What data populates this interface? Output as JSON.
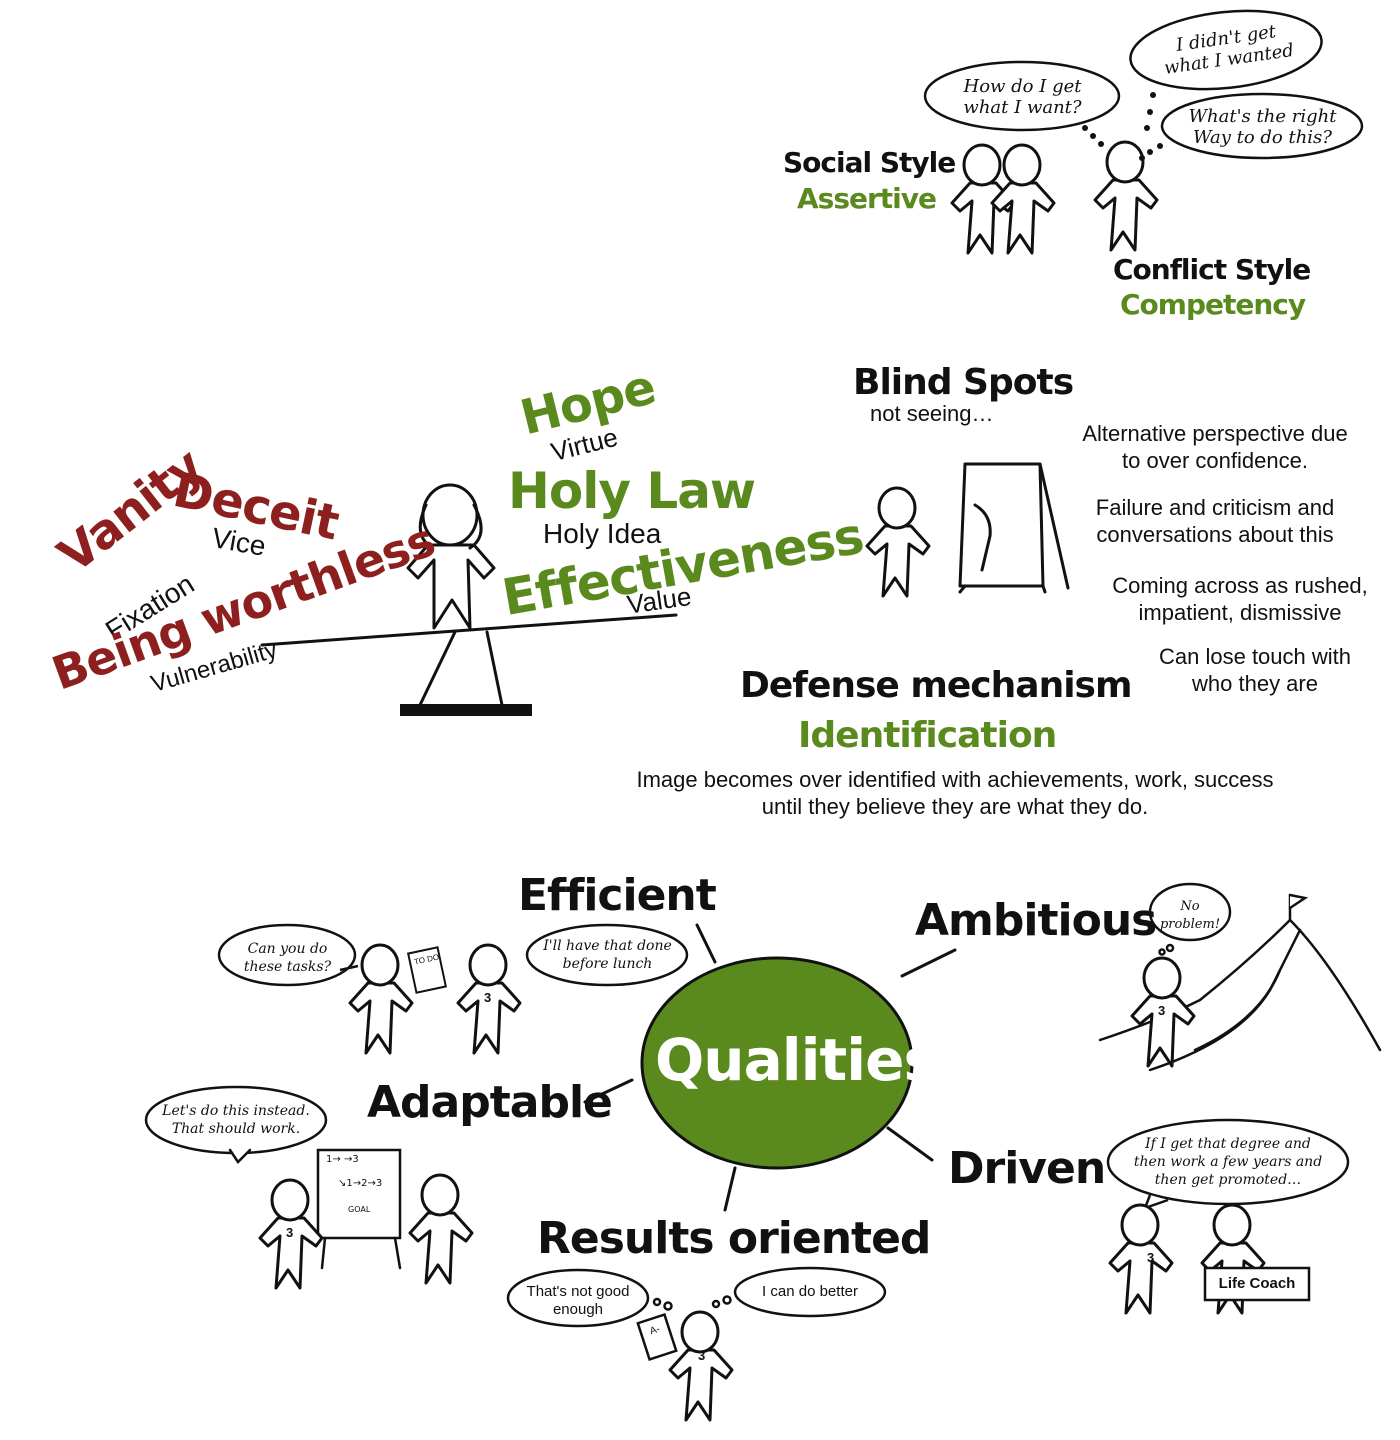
{
  "social": {
    "title": "Social Style",
    "value": "Assertive"
  },
  "conflict": {
    "title": "Conflict Style",
    "value": "Competency"
  },
  "top_bubbles": {
    "how": [
      "How do I get",
      "what I want?"
    ],
    "didnt": [
      "I didn't get",
      "what I wanted"
    ],
    "right": [
      "What's the right",
      "Way to do this?"
    ]
  },
  "scale": {
    "left": {
      "vanity": "Vanity",
      "deceit": "Deceit",
      "vice": "Vice",
      "fixation": "Fixation",
      "being_worthless": "Being worthless",
      "vulnerability": "Vulnerability"
    },
    "right": {
      "hope": "Hope",
      "virtue": "Virtue",
      "holy_law": "Holy Law",
      "holy_idea": "Holy Idea",
      "effectiveness": "Effectiveness",
      "value": "Value"
    }
  },
  "blind_spots": {
    "title": "Blind Spots",
    "subtitle": "not seeing…",
    "items": [
      [
        "Alternative perspective due",
        "to over confidence."
      ],
      [
        "Failure and criticism and",
        "conversations about this"
      ],
      [
        "Coming across as rushed,",
        "impatient, dismissive"
      ],
      [
        "Can lose touch with",
        "who they are"
      ]
    ]
  },
  "defense": {
    "title": "Defense mechanism",
    "value": "Identification",
    "desc": [
      "Image becomes over identified with achievements, work, success",
      "until they believe they are what they do."
    ]
  },
  "qualities": {
    "center": "Qualities",
    "center_color": "#5a8a1e",
    "efficient": {
      "label": "Efficient",
      "bubble_left": [
        "Can you do",
        "these tasks?"
      ],
      "bubble_right": [
        "I'll have that done",
        "before lunch"
      ],
      "todo": "TO DO"
    },
    "ambitious": {
      "label": "Ambitious",
      "bubble": [
        "No",
        "problem!"
      ]
    },
    "adaptable": {
      "label": "Adaptable",
      "bubble": [
        "Let's do this instead.",
        "That should work."
      ],
      "board": [
        "1→",
        "→3",
        "↘1→2→3",
        "GOAL"
      ]
    },
    "driven": {
      "label": "Driven",
      "bubble": [
        "If I get that degree and",
        "then work a few years and",
        "then get promoted…"
      ],
      "sign": "Life Coach"
    },
    "results": {
      "label": "Results oriented",
      "bubble_left": [
        "That's not good",
        "enough"
      ],
      "bubble_right": "I can do better",
      "grade": "A-"
    }
  },
  "figure_number": "3",
  "colors": {
    "green": "#5a8a1e",
    "red": "#8e1f1f"
  }
}
